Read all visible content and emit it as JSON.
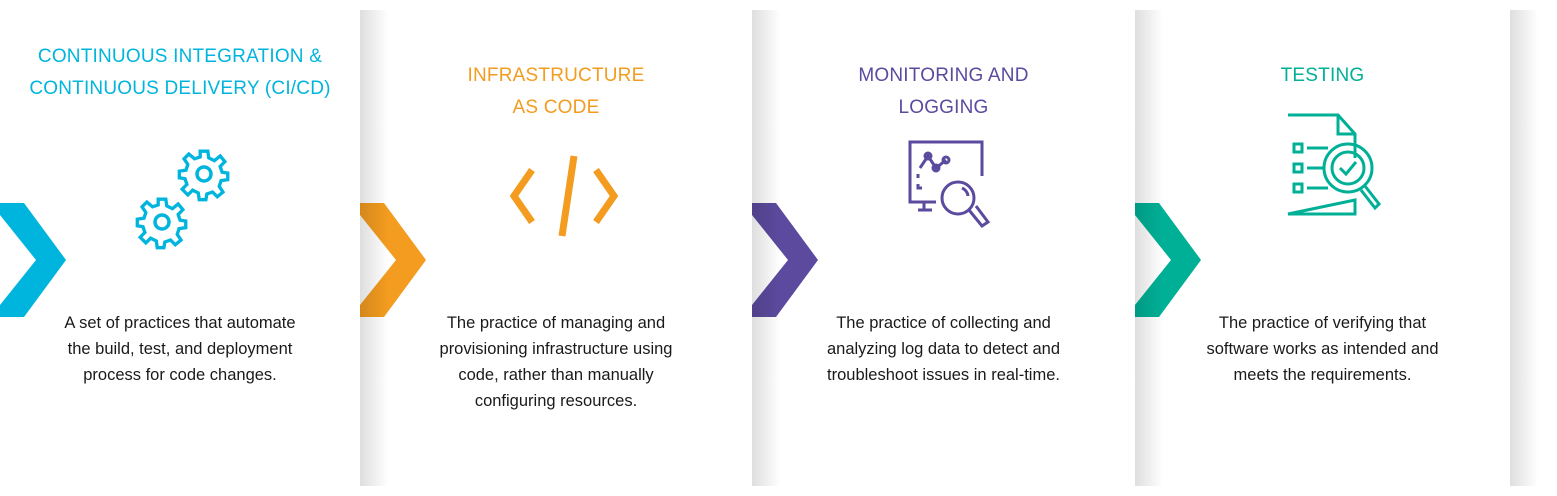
{
  "colors": {
    "ci_cd": "#00b5dd",
    "iac": "#f39c1f",
    "monitoring": "#5b4a9e",
    "testing": "#00b096"
  },
  "stages": [
    {
      "title_lines": [
        "CONTINUOUS INTEGRATION &",
        "CONTINUOUS DELIVERY (CI/CD)"
      ],
      "icon": "gears-icon",
      "desc_lines": [
        "A set of practices that automate",
        "the build, test, and deployment",
        "process for code changes."
      ]
    },
    {
      "title_lines": [
        "INFRASTRUCTURE",
        "AS CODE"
      ],
      "icon": "code-brackets-icon",
      "desc_lines": [
        "The practice of managing and",
        "provisioning infrastructure using",
        "code, rather than manually",
        "configuring resources."
      ]
    },
    {
      "title_lines": [
        "MONITORING AND",
        "LOGGING"
      ],
      "icon": "monitor-magnifier-icon",
      "desc_lines": [
        "The practice of collecting and",
        "analyzing log data to detect and",
        "troubleshoot issues in real-time."
      ]
    },
    {
      "title_lines": [
        "TESTING"
      ],
      "icon": "checklist-magnifier-icon",
      "desc_lines": [
        "The practice of verifying that",
        "software works as intended and",
        "meets the requirements."
      ]
    }
  ]
}
